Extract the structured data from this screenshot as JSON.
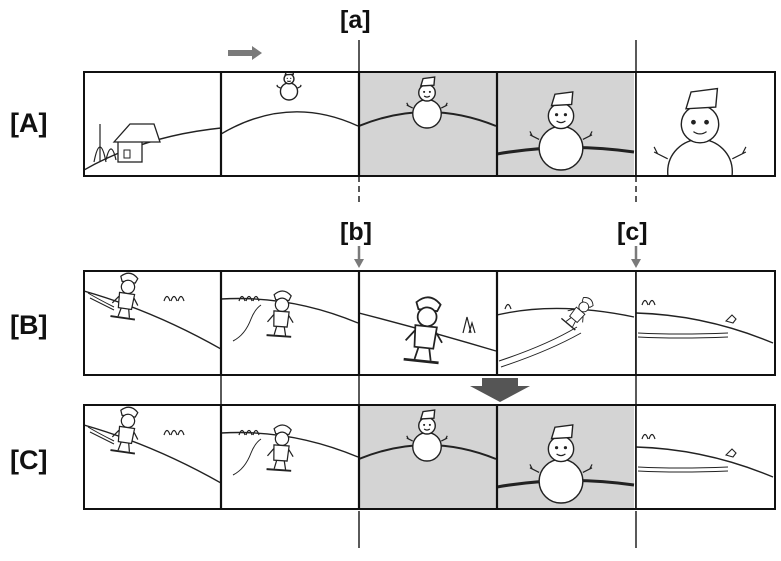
{
  "rows": [
    {
      "id": "A",
      "label": "[A]",
      "frames": [
        "house",
        "snowman-small",
        "snowman-medium-gray",
        "snowman-large-gray",
        "snowman-closeup"
      ]
    },
    {
      "id": "B",
      "label": "[B]",
      "frames": [
        "skier-1",
        "skier-2",
        "skier-closeup",
        "skier-fall",
        "skier-far"
      ]
    },
    {
      "id": "C",
      "label": "[C]",
      "frames": [
        "skier-1",
        "skier-2",
        "snowman-medium-gray",
        "snowman-large-gray",
        "skier-far"
      ]
    }
  ],
  "markers": [
    {
      "id": "a",
      "label": "[a]"
    },
    {
      "id": "b",
      "label": "[b]"
    },
    {
      "id": "c",
      "label": "[c]"
    }
  ],
  "colors": {
    "frame_border": "#111111",
    "gray_fill": "#d4d4d4",
    "arrow": "#7a7a7a",
    "line": "#222222"
  },
  "icons": [
    "right-arrow-icon",
    "down-arrow-icon",
    "small-down-arrow-icon"
  ]
}
